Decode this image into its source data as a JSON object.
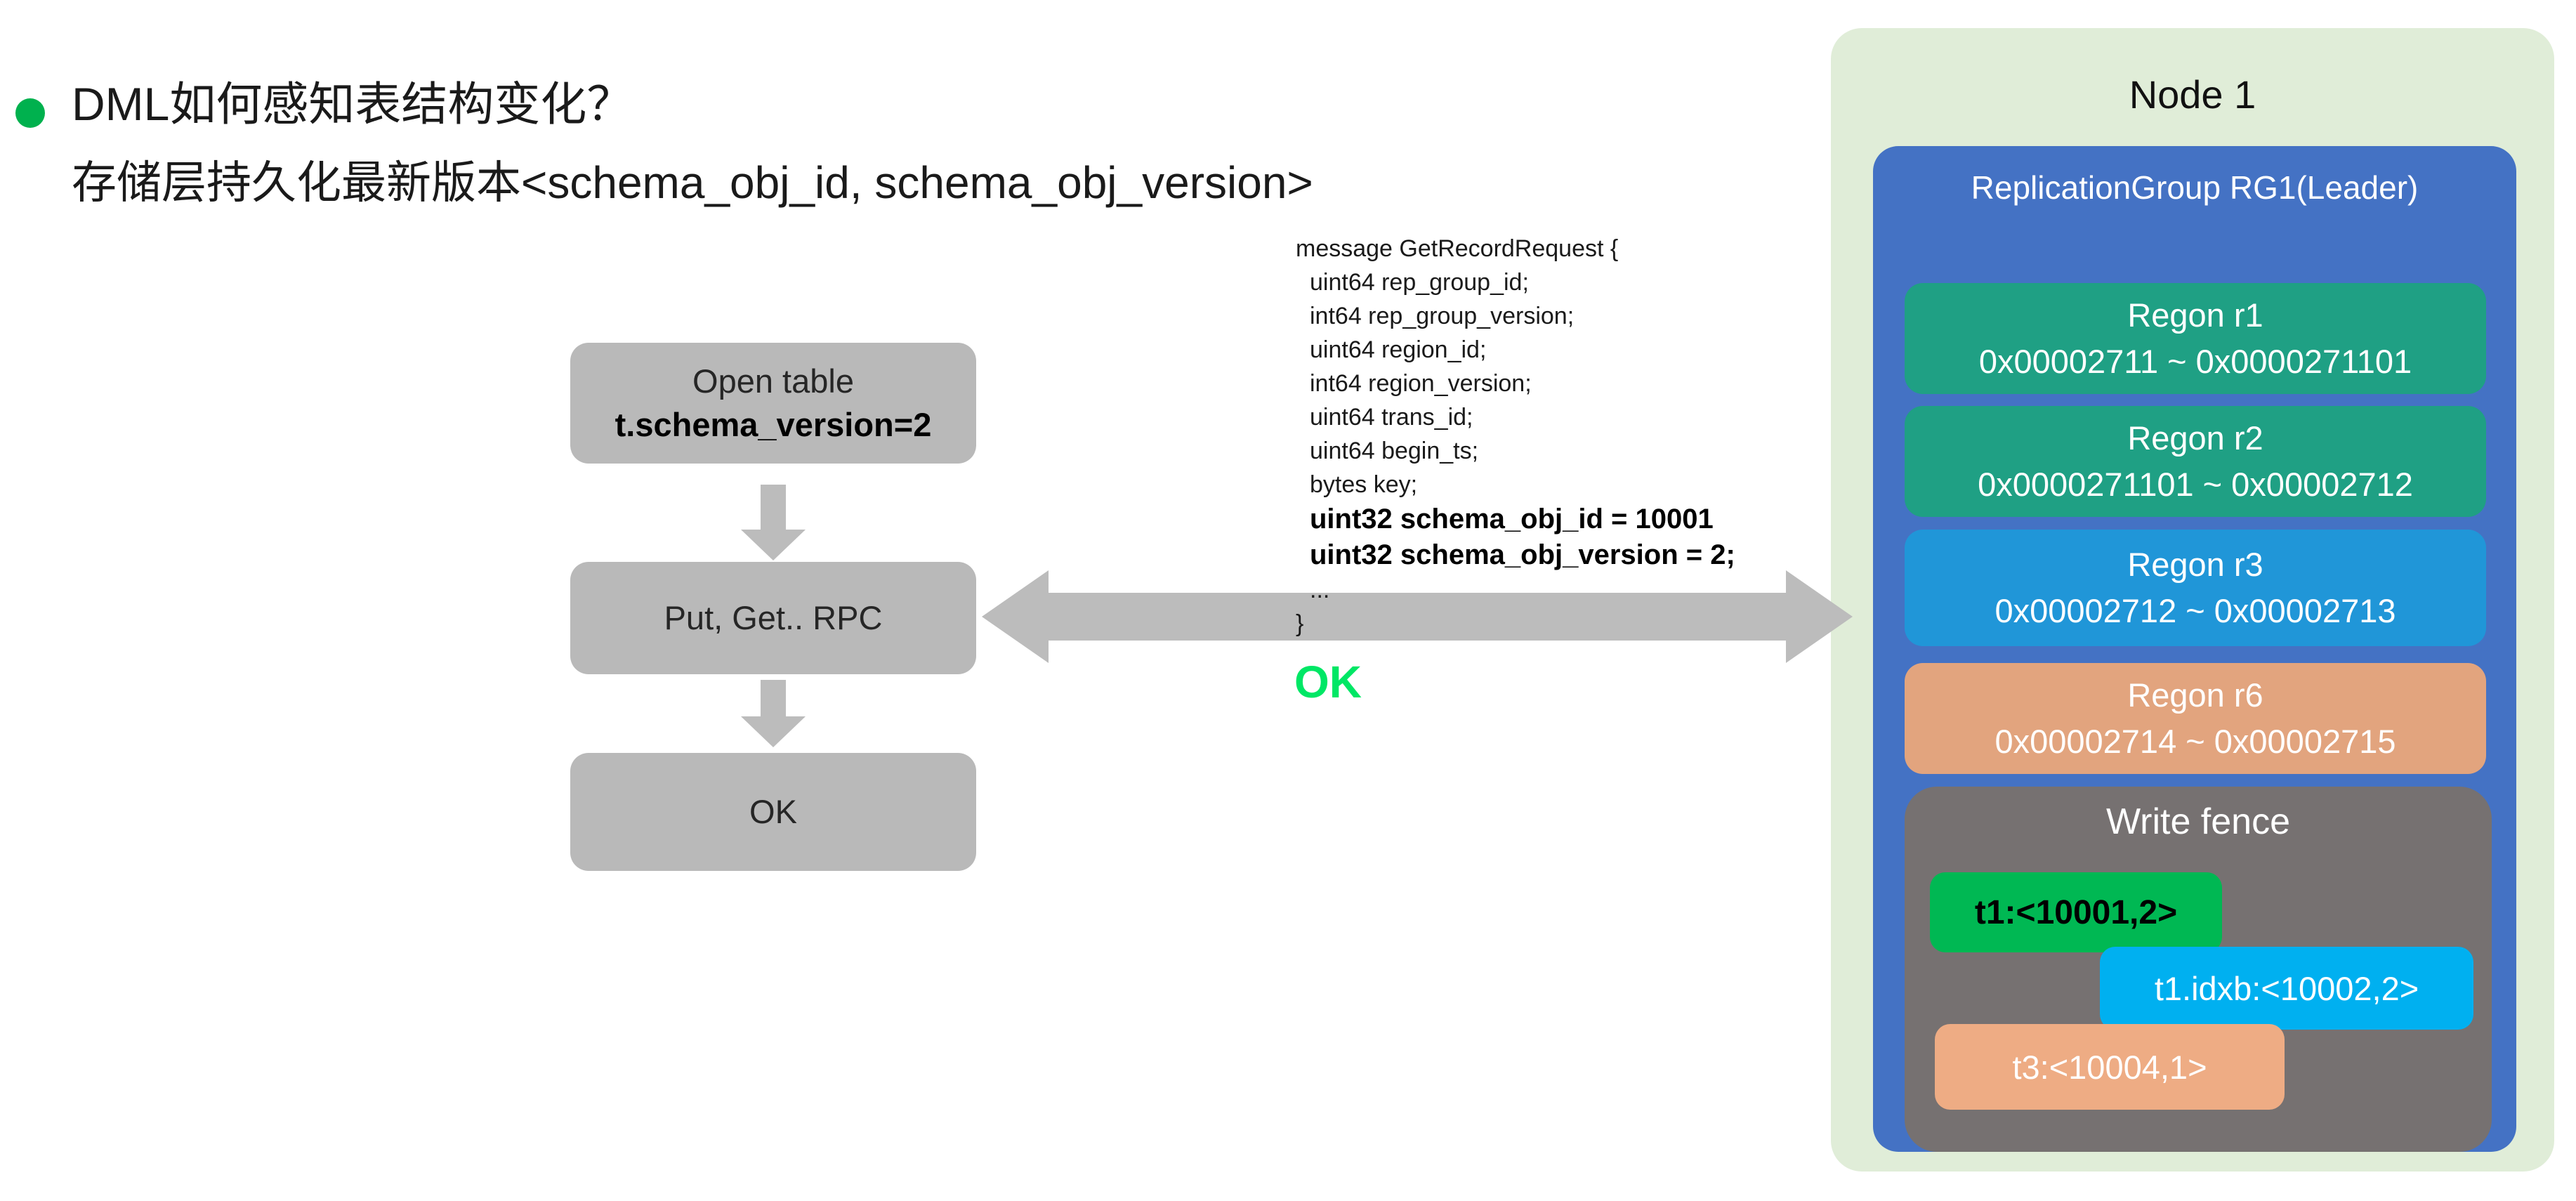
{
  "slide": {
    "bullet_title": "DML如何感知表结构变化？",
    "subtitle": "存储层持久化最新版本<schema_obj_id, schema_obj_version>"
  },
  "flow": {
    "open_table": {
      "line1": "Open table",
      "line2": "t.schema_version=2"
    },
    "rpc_label": "Put, Get.. RPC",
    "ok_label": "OK"
  },
  "rpc_message": {
    "lines": [
      {
        "text": "message GetRecordRequest {"
      },
      {
        "text": "uint64 rep_group_id;"
      },
      {
        "text": "int64 rep_group_version;"
      },
      {
        "text": "uint64 region_id;"
      },
      {
        "text": "int64 region_version;"
      },
      {
        "text": "uint64 trans_id;"
      },
      {
        "text": "uint64 begin_ts;"
      },
      {
        "text": "bytes key;"
      },
      {
        "text": "uint32 schema_obj_id = 10001"
      },
      {
        "text": "uint32 schema_obj_version = 2;"
      },
      {
        "text": "..."
      },
      {
        "text": "}"
      }
    ],
    "response": "OK"
  },
  "node1": {
    "title": "Node 1",
    "replication_group": {
      "title": "ReplicationGroup RG1(Leader)",
      "regions": [
        {
          "name": "Regon r1",
          "range": "0x00002711 ~ 0x0000271101",
          "color": "#1fa084"
        },
        {
          "name": "Regon r2",
          "range": "0x0000271101 ~ 0x00002712",
          "color": "#1fa084"
        },
        {
          "name": "Regon r3",
          "range": "0x00002712 ~ 0x00002713",
          "color": "#2096d8"
        },
        {
          "name": "Regon r6",
          "range": "0x00002714 ~ 0x00002715",
          "color": "#e2a47e"
        }
      ],
      "write_fence": {
        "title": "Write fence",
        "entries": [
          {
            "label": "t1:<10001,2>",
            "color": "#00b853",
            "text_color": "#000000"
          },
          {
            "label": "t1.idxb:<10002,2>",
            "color": "#00b0f0",
            "text_color": "#ffffff"
          },
          {
            "label": "t3:<10004,1>",
            "color": "#eeac84",
            "text_color": "#ffffff"
          }
        ]
      }
    }
  },
  "colors": {
    "bullet_green": "#00b14e",
    "ok_response_green": "#00e765",
    "flow_box_gray": "#b9b9b9",
    "arrow_gray": "#bcbcbc",
    "node_bg_green": "#e0edd8",
    "replication_group_blue": "#4472c4",
    "write_fence_gray": "#767171"
  }
}
